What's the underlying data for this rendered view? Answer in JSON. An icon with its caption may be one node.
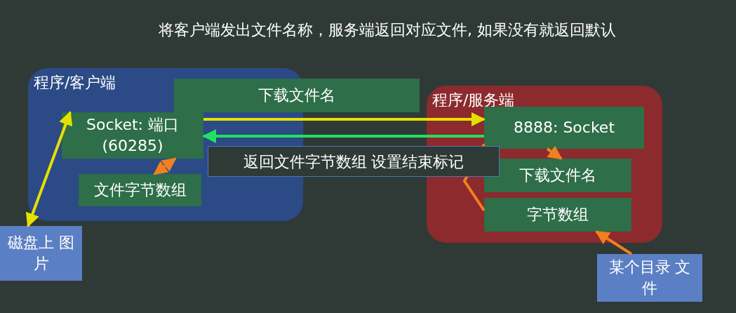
{
  "diagram": {
    "title": "将客户端发出文件名称，服务端返回对应文件, 如果没有就返回默认",
    "nodes": [
      {
        "text": [
          "程序/客户端"
        ]
      },
      {
        "text": [
          "下载文件名"
        ]
      },
      {
        "text": [
          "Socket: 端口(60285)"
        ],
        "in": 0
      },
      {
        "text": [
          "文件字节数组"
        ],
        "in": 0
      },
      {
        "text": [
          "程序/服务端"
        ]
      },
      {
        "text": [
          "8888: Socket"
        ],
        "in": 4
      },
      {
        "text": [
          "下载文件名"
        ],
        "in": 4
      },
      {
        "text": [
          "字节数组"
        ],
        "in": 4
      },
      {
        "text": [
          "磁盘上 图片"
        ]
      },
      {
        "text": [
          "某个目录 文件"
        ]
      }
    ],
    "edges": [
      {
        "from": 2,
        "to": 5,
        "arrow": "to",
        "color": "#e6e000"
      },
      {
        "from": 5,
        "to": 2,
        "arrow": "to",
        "color": "#22e060",
        "label": "返回文件字节数组 设置结束标记"
      },
      {
        "from": 8,
        "to": 2,
        "arrow": "both",
        "color": "#e6e000"
      },
      {
        "from": 2,
        "to": 3,
        "arrow": "both"
      },
      {
        "from": 5,
        "to": 6,
        "arrow": "to"
      },
      {
        "from": 7,
        "to": 5,
        "arrow": "to"
      },
      {
        "from": 9,
        "to": 7,
        "arrow": "to"
      }
    ]
  }
}
